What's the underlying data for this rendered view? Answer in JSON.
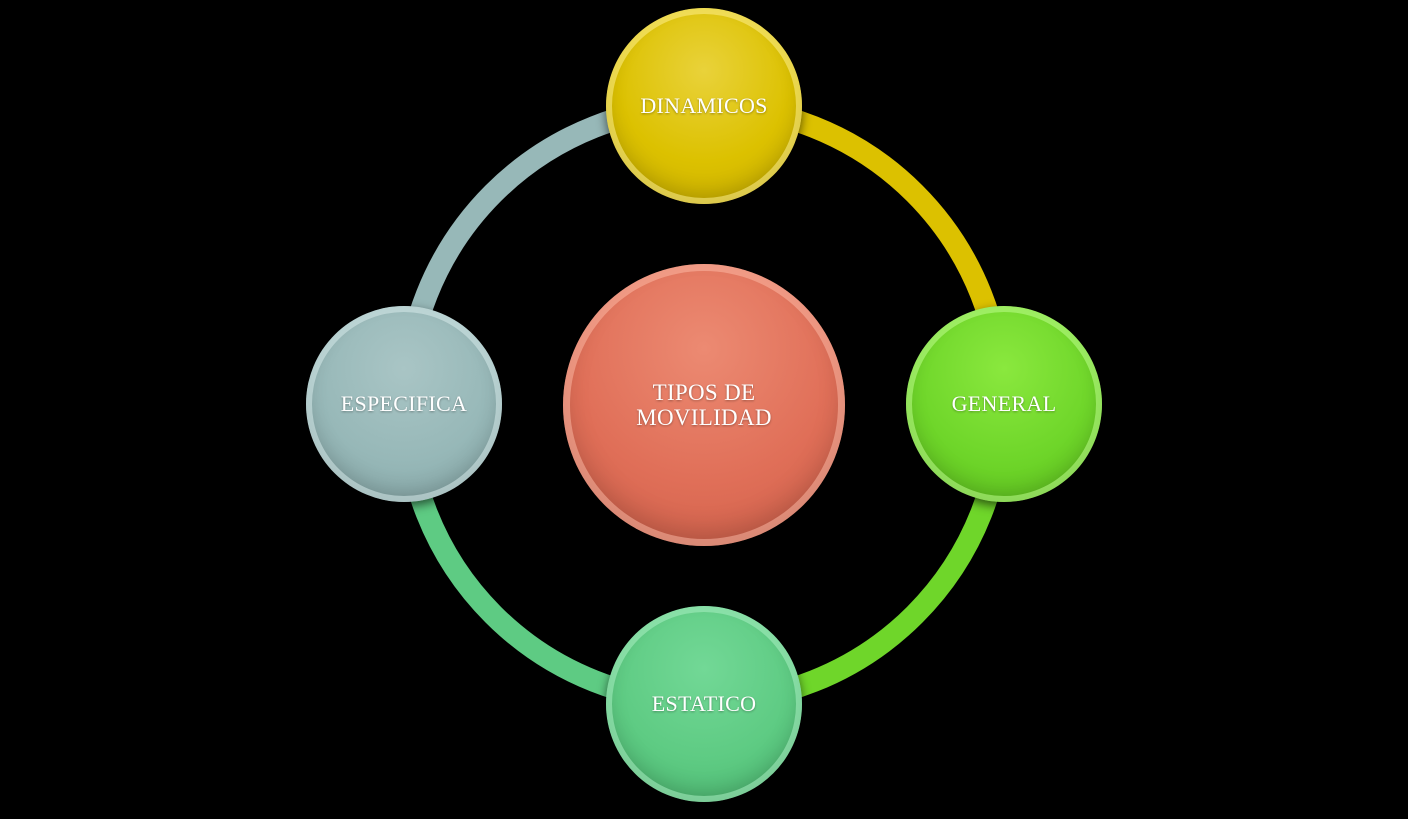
{
  "diagram": {
    "center": {
      "label": "TIPOS DE\nMOVILIDAD",
      "color": "#e06f58"
    },
    "nodes": {
      "top": {
        "label": "DINAMICOS",
        "color": "#dcc100"
      },
      "right": {
        "label": "GENERAL",
        "color": "#6fd62a"
      },
      "bottom": {
        "label": "ESTATICO",
        "color": "#5ecb83"
      },
      "left": {
        "label": "ESPECIFICA",
        "color": "#97b8b8"
      }
    },
    "ring_colors": {
      "top_to_right": "#dcc100",
      "right_to_bottom": "#6fd62a",
      "bottom_to_left": "#5ecb83",
      "left_to_top": "#97b8b8"
    }
  }
}
